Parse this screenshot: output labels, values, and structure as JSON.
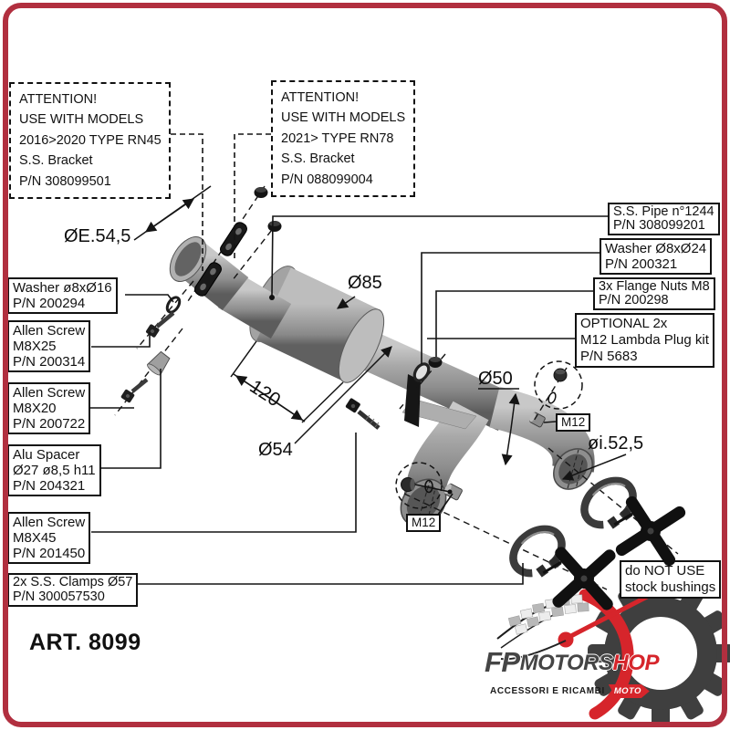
{
  "frame": {
    "color": "#b12f3f"
  },
  "attention": [
    {
      "l1": "ATTENTION!",
      "l2": "USE WITH MODELS",
      "l3": "2016>2020 TYPE RN45",
      "l4": "S.S. Bracket",
      "l5": "P/N 308099501"
    },
    {
      "l1": "ATTENTION!",
      "l2": "USE WITH MODELS",
      "l3": "2021> TYPE RN78",
      "l4": "S.S. Bracket",
      "l5": "P/N 088099004"
    }
  ],
  "labels_left": [
    {
      "l1": "Washer ø8xØ16",
      "l2": "P/N 200294"
    },
    {
      "l1": "Allen Screw",
      "l2": "M8X25",
      "l3": "P/N 200314"
    },
    {
      "l1": "Allen Screw",
      "l2": "M8X20",
      "l3": "P/N 200722"
    },
    {
      "l1": "Alu Spacer",
      "l2": "Ø27 ø8,5 h11",
      "l3": "P/N 204321"
    },
    {
      "l1": "Allen Screw",
      "l2": "M8X45",
      "l3": "P/N 201450"
    },
    {
      "l1": "2x S.S. Clamps Ø57",
      "l2": "P/N 300057530"
    }
  ],
  "labels_right": [
    {
      "l1": "S.S. Pipe n°1244",
      "l2": "P/N 308099201"
    },
    {
      "l1": "Washer Ø8xØ24",
      "l2": "P/N 200321"
    },
    {
      "l1": "3x Flange Nuts M8",
      "l2": "P/N 200298"
    },
    {
      "l1": "OPTIONAL 2x",
      "l2": "M12 Lambda Plug kit",
      "l3": "P/N 5683"
    }
  ],
  "dims": {
    "inlet": "ØE.54,5",
    "body": "Ø85",
    "length": "120",
    "pipe": "Ø54",
    "branch": "Ø50",
    "outlet": "øi.52,5",
    "m12_upper": "M12",
    "m12_lower": "M12"
  },
  "warning": {
    "l1": "do NOT USE",
    "l2": "stock bushings"
  },
  "article": "ART. 8099",
  "logo": {
    "fp": "FP",
    "motors": "MOTORS",
    "hop": "HOP",
    "tagline": "ACCESSORI E RICAMBI",
    "accent": "MOTO",
    "red": "#d6252b",
    "dark": "#454545"
  }
}
